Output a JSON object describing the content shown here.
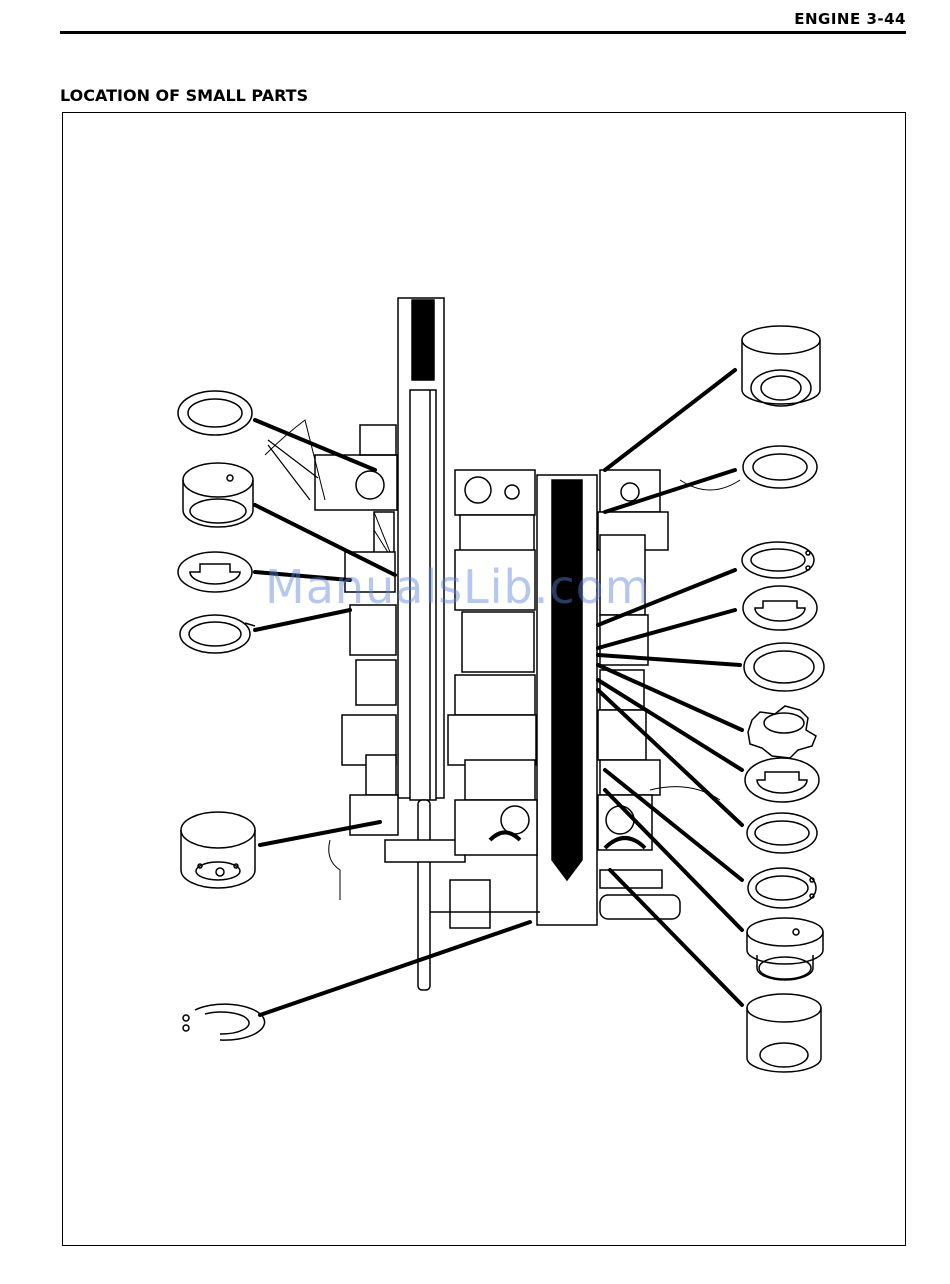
{
  "header": {
    "section_label": "ENGINE 3-44"
  },
  "section": {
    "title": "LOCATION OF SMALL PARTS"
  },
  "watermark": {
    "text": "ManualsLib.com"
  },
  "diagram": {
    "parts_left": [
      "thrust-washer",
      "bushing",
      "lock-washer",
      "circlip",
      "bearing-cup",
      "circlip"
    ],
    "parts_right": [
      "needle-bearing",
      "thrust-washer",
      "circlip",
      "lock-washer",
      "lock-washer",
      "lock-washer",
      "lock-washer",
      "circlip",
      "circlip",
      "bushing",
      "bearing-cup"
    ]
  }
}
